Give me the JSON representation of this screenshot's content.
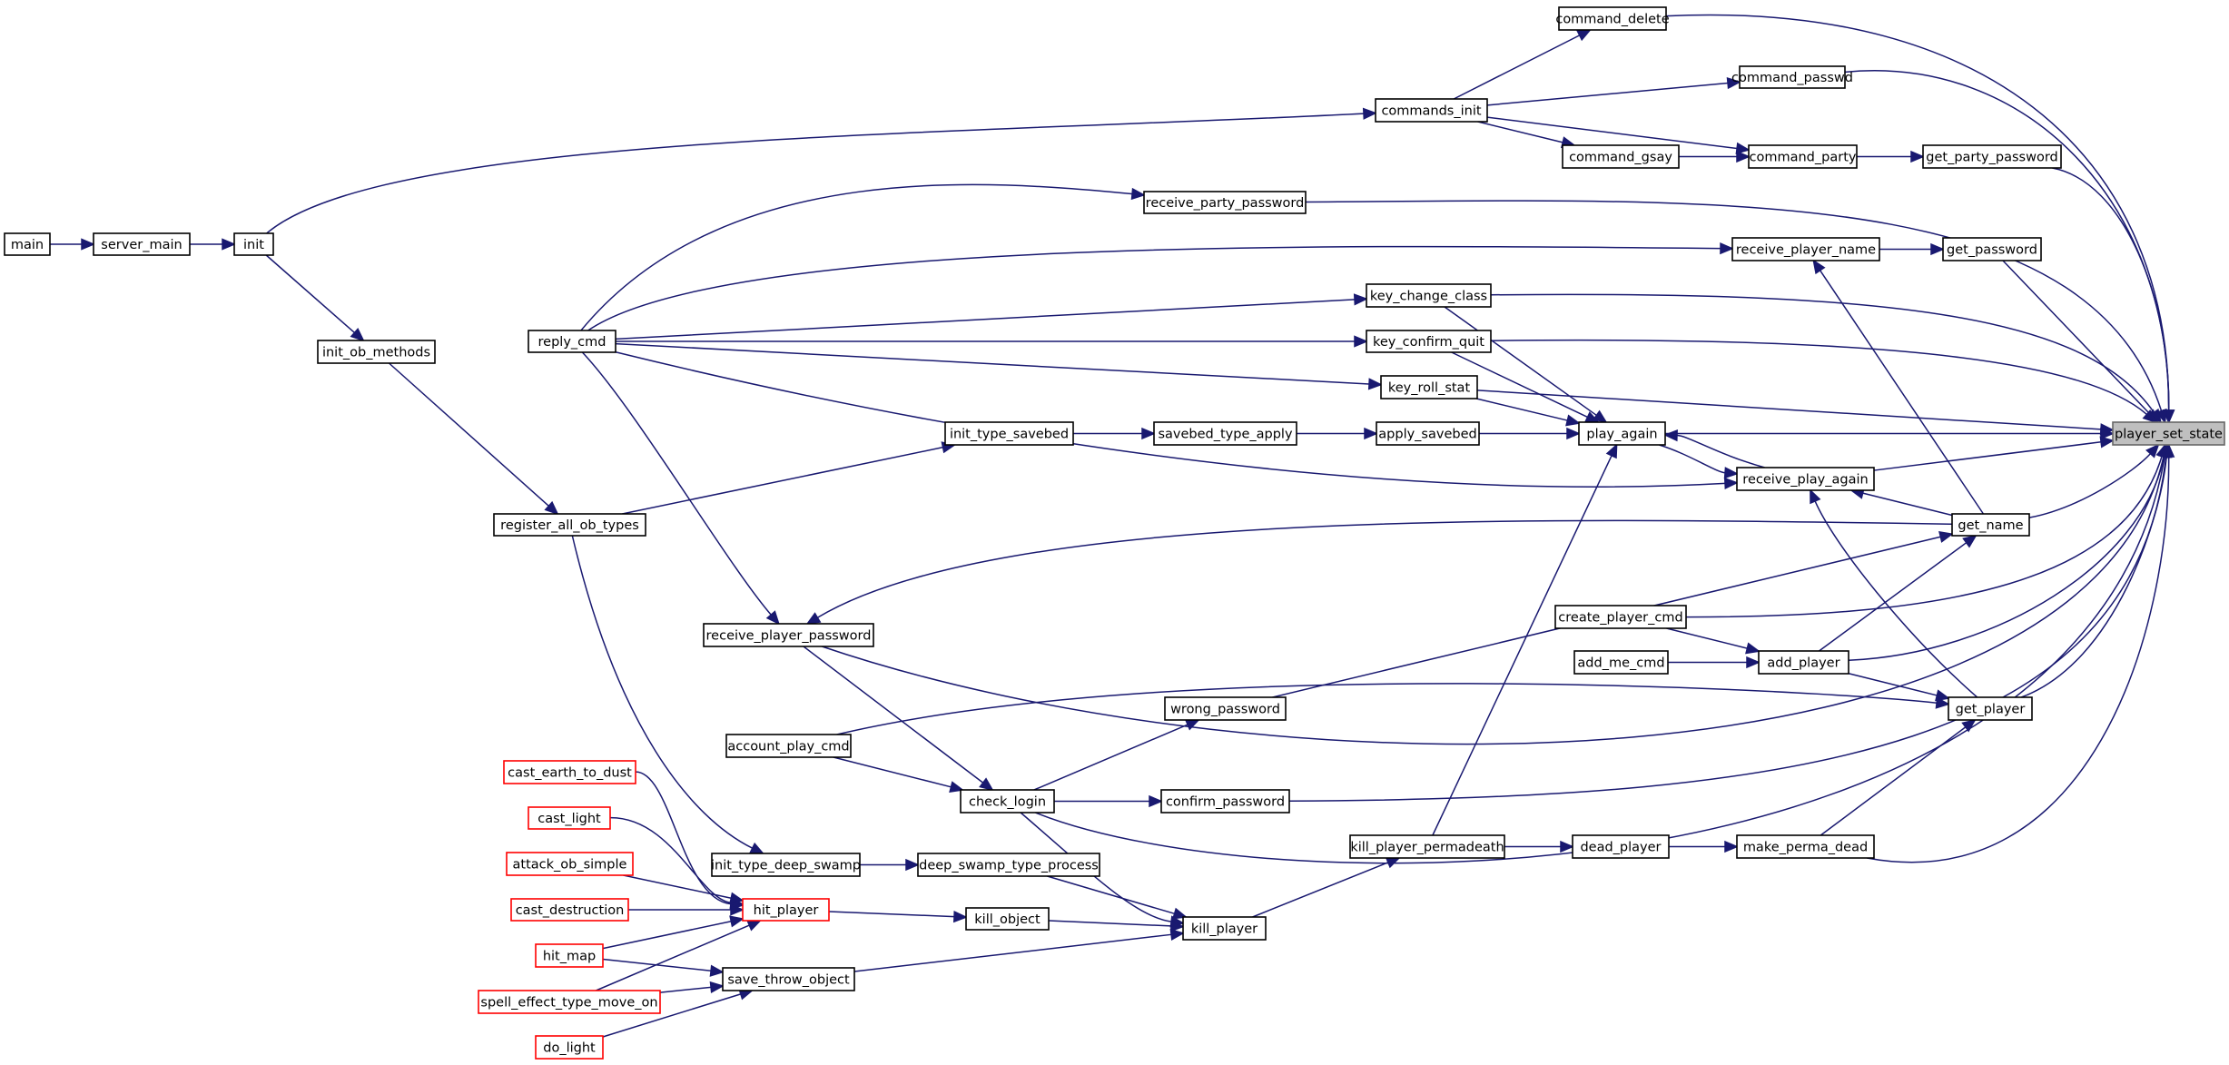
{
  "graph": {
    "kind": "doxygen-caller-graph",
    "root": "player_set_state",
    "colors": {
      "edge": "#191970",
      "node_border": "#000000",
      "truncated_border": "#ff0000",
      "root_fill": "#bfbfbf",
      "root_border": "#666666"
    },
    "nodes": [
      {
        "id": "main",
        "label": "main"
      },
      {
        "id": "server_main",
        "label": "server_main"
      },
      {
        "id": "init",
        "label": "init"
      },
      {
        "id": "init_ob_methods",
        "label": "init_ob_methods"
      },
      {
        "id": "register_all_ob_types",
        "label": "register_all_ob_types"
      },
      {
        "id": "commands_init",
        "label": "commands_init"
      },
      {
        "id": "command_delete",
        "label": "command_delete"
      },
      {
        "id": "command_passwd",
        "label": "command_passwd"
      },
      {
        "id": "command_gsay",
        "label": "command_gsay"
      },
      {
        "id": "command_party",
        "label": "command_party"
      },
      {
        "id": "get_party_password",
        "label": "get_party_password"
      },
      {
        "id": "receive_party_password",
        "label": "receive_party_password"
      },
      {
        "id": "reply_cmd",
        "label": "reply_cmd"
      },
      {
        "id": "receive_player_name",
        "label": "receive_player_name"
      },
      {
        "id": "get_password",
        "label": "get_password"
      },
      {
        "id": "key_change_class",
        "label": "key_change_class"
      },
      {
        "id": "key_confirm_quit",
        "label": "key_confirm_quit"
      },
      {
        "id": "key_roll_stat",
        "label": "key_roll_stat"
      },
      {
        "id": "init_type_savebed",
        "label": "init_type_savebed"
      },
      {
        "id": "savebed_type_apply",
        "label": "savebed_type_apply"
      },
      {
        "id": "apply_savebed",
        "label": "apply_savebed"
      },
      {
        "id": "play_again",
        "label": "play_again"
      },
      {
        "id": "receive_play_again",
        "label": "receive_play_again"
      },
      {
        "id": "get_name",
        "label": "get_name"
      },
      {
        "id": "player_set_state",
        "label": "player_set_state"
      },
      {
        "id": "create_player_cmd",
        "label": "create_player_cmd"
      },
      {
        "id": "add_me_cmd",
        "label": "add_me_cmd"
      },
      {
        "id": "add_player",
        "label": "add_player"
      },
      {
        "id": "receive_player_password",
        "label": "receive_player_password"
      },
      {
        "id": "wrong_password",
        "label": "wrong_password"
      },
      {
        "id": "get_player",
        "label": "get_player"
      },
      {
        "id": "account_play_cmd",
        "label": "account_play_cmd"
      },
      {
        "id": "check_login",
        "label": "check_login"
      },
      {
        "id": "confirm_password",
        "label": "confirm_password"
      },
      {
        "id": "cast_earth_to_dust",
        "label": "cast_earth_to_dust",
        "truncated": true
      },
      {
        "id": "cast_light",
        "label": "cast_light",
        "truncated": true
      },
      {
        "id": "attack_ob_simple",
        "label": "attack_ob_simple",
        "truncated": true
      },
      {
        "id": "cast_destruction",
        "label": "cast_destruction",
        "truncated": true
      },
      {
        "id": "hit_map",
        "label": "hit_map",
        "truncated": true
      },
      {
        "id": "spell_effect_type_move_on",
        "label": "spell_effect_type_move_on",
        "truncated": true
      },
      {
        "id": "do_light",
        "label": "do_light",
        "truncated": true
      },
      {
        "id": "hit_player",
        "label": "hit_player",
        "truncated": true
      },
      {
        "id": "init_type_deep_swamp",
        "label": "init_type_deep_swamp"
      },
      {
        "id": "deep_swamp_type_process",
        "label": "deep_swamp_type_process"
      },
      {
        "id": "kill_object",
        "label": "kill_object"
      },
      {
        "id": "kill_player",
        "label": "kill_player"
      },
      {
        "id": "save_throw_object",
        "label": "save_throw_object"
      },
      {
        "id": "kill_player_permadeath",
        "label": "kill_player_permadeath"
      },
      {
        "id": "dead_player",
        "label": "dead_player"
      },
      {
        "id": "make_perma_dead",
        "label": "make_perma_dead"
      }
    ],
    "edges": [
      [
        "main",
        "server_main"
      ],
      [
        "server_main",
        "init"
      ],
      [
        "init",
        "commands_init"
      ],
      [
        "init",
        "init_ob_methods"
      ],
      [
        "init_ob_methods",
        "register_all_ob_types"
      ],
      [
        "register_all_ob_types",
        "init_type_savebed"
      ],
      [
        "register_all_ob_types",
        "init_type_deep_swamp"
      ],
      [
        "commands_init",
        "command_delete"
      ],
      [
        "commands_init",
        "command_passwd"
      ],
      [
        "commands_init",
        "command_gsay"
      ],
      [
        "commands_init",
        "command_party"
      ],
      [
        "command_gsay",
        "command_party"
      ],
      [
        "command_party",
        "get_party_password"
      ],
      [
        "command_delete",
        "player_set_state"
      ],
      [
        "command_passwd",
        "player_set_state"
      ],
      [
        "get_party_password",
        "player_set_state"
      ],
      [
        "reply_cmd",
        "receive_party_password"
      ],
      [
        "reply_cmd",
        "receive_player_name"
      ],
      [
        "reply_cmd",
        "key_change_class"
      ],
      [
        "reply_cmd",
        "key_confirm_quit"
      ],
      [
        "reply_cmd",
        "key_roll_stat"
      ],
      [
        "reply_cmd",
        "receive_play_again"
      ],
      [
        "reply_cmd",
        "receive_player_password"
      ],
      [
        "receive_party_password",
        "player_set_state"
      ],
      [
        "receive_player_name",
        "get_password"
      ],
      [
        "get_password",
        "player_set_state"
      ],
      [
        "get_name",
        "receive_player_name"
      ],
      [
        "key_change_class",
        "player_set_state"
      ],
      [
        "key_change_class",
        "play_again"
      ],
      [
        "key_confirm_quit",
        "player_set_state"
      ],
      [
        "key_confirm_quit",
        "play_again"
      ],
      [
        "key_roll_stat",
        "player_set_state"
      ],
      [
        "key_roll_stat",
        "play_again"
      ],
      [
        "init_type_savebed",
        "savebed_type_apply"
      ],
      [
        "savebed_type_apply",
        "apply_savebed"
      ],
      [
        "apply_savebed",
        "play_again"
      ],
      [
        "play_again",
        "player_set_state"
      ],
      [
        "play_again",
        "receive_play_again"
      ],
      [
        "receive_play_again",
        "play_again"
      ],
      [
        "receive_play_again",
        "player_set_state"
      ],
      [
        "get_name",
        "receive_play_again"
      ],
      [
        "get_name",
        "player_set_state"
      ],
      [
        "get_name",
        "receive_player_password"
      ],
      [
        "wrong_password",
        "get_name"
      ],
      [
        "add_player",
        "get_name"
      ],
      [
        "create_player_cmd",
        "player_set_state"
      ],
      [
        "create_player_cmd",
        "add_player"
      ],
      [
        "add_me_cmd",
        "add_player"
      ],
      [
        "add_player",
        "player_set_state"
      ],
      [
        "add_player",
        "get_player"
      ],
      [
        "get_player",
        "receive_play_again"
      ],
      [
        "get_player",
        "player_set_state"
      ],
      [
        "account_play_cmd",
        "get_player"
      ],
      [
        "receive_player_password",
        "player_set_state"
      ],
      [
        "receive_player_password",
        "check_login"
      ],
      [
        "account_play_cmd",
        "check_login"
      ],
      [
        "check_login",
        "wrong_password"
      ],
      [
        "check_login",
        "confirm_password"
      ],
      [
        "check_login",
        "player_set_state"
      ],
      [
        "check_login",
        "kill_player"
      ],
      [
        "confirm_password",
        "player_set_state"
      ],
      [
        "make_perma_dead",
        "get_player"
      ],
      [
        "dead_player",
        "make_perma_dead"
      ],
      [
        "kill_player_permadeath",
        "dead_player"
      ],
      [
        "kill_player_permadeath",
        "play_again"
      ],
      [
        "kill_player",
        "kill_player_permadeath"
      ],
      [
        "make_perma_dead",
        "player_set_state"
      ],
      [
        "cast_earth_to_dust",
        "hit_player"
      ],
      [
        "cast_light",
        "hit_player"
      ],
      [
        "attack_ob_simple",
        "hit_player"
      ],
      [
        "cast_destruction",
        "hit_player"
      ],
      [
        "hit_map",
        "hit_player"
      ],
      [
        "hit_map",
        "save_throw_object"
      ],
      [
        "spell_effect_type_move_on",
        "hit_player"
      ],
      [
        "spell_effect_type_move_on",
        "save_throw_object"
      ],
      [
        "do_light",
        "save_throw_object"
      ],
      [
        "hit_player",
        "kill_object"
      ],
      [
        "kill_object",
        "kill_player"
      ],
      [
        "init_type_deep_swamp",
        "deep_swamp_type_process"
      ],
      [
        "deep_swamp_type_process",
        "kill_player"
      ],
      [
        "save_throw_object",
        "kill_player"
      ]
    ]
  }
}
